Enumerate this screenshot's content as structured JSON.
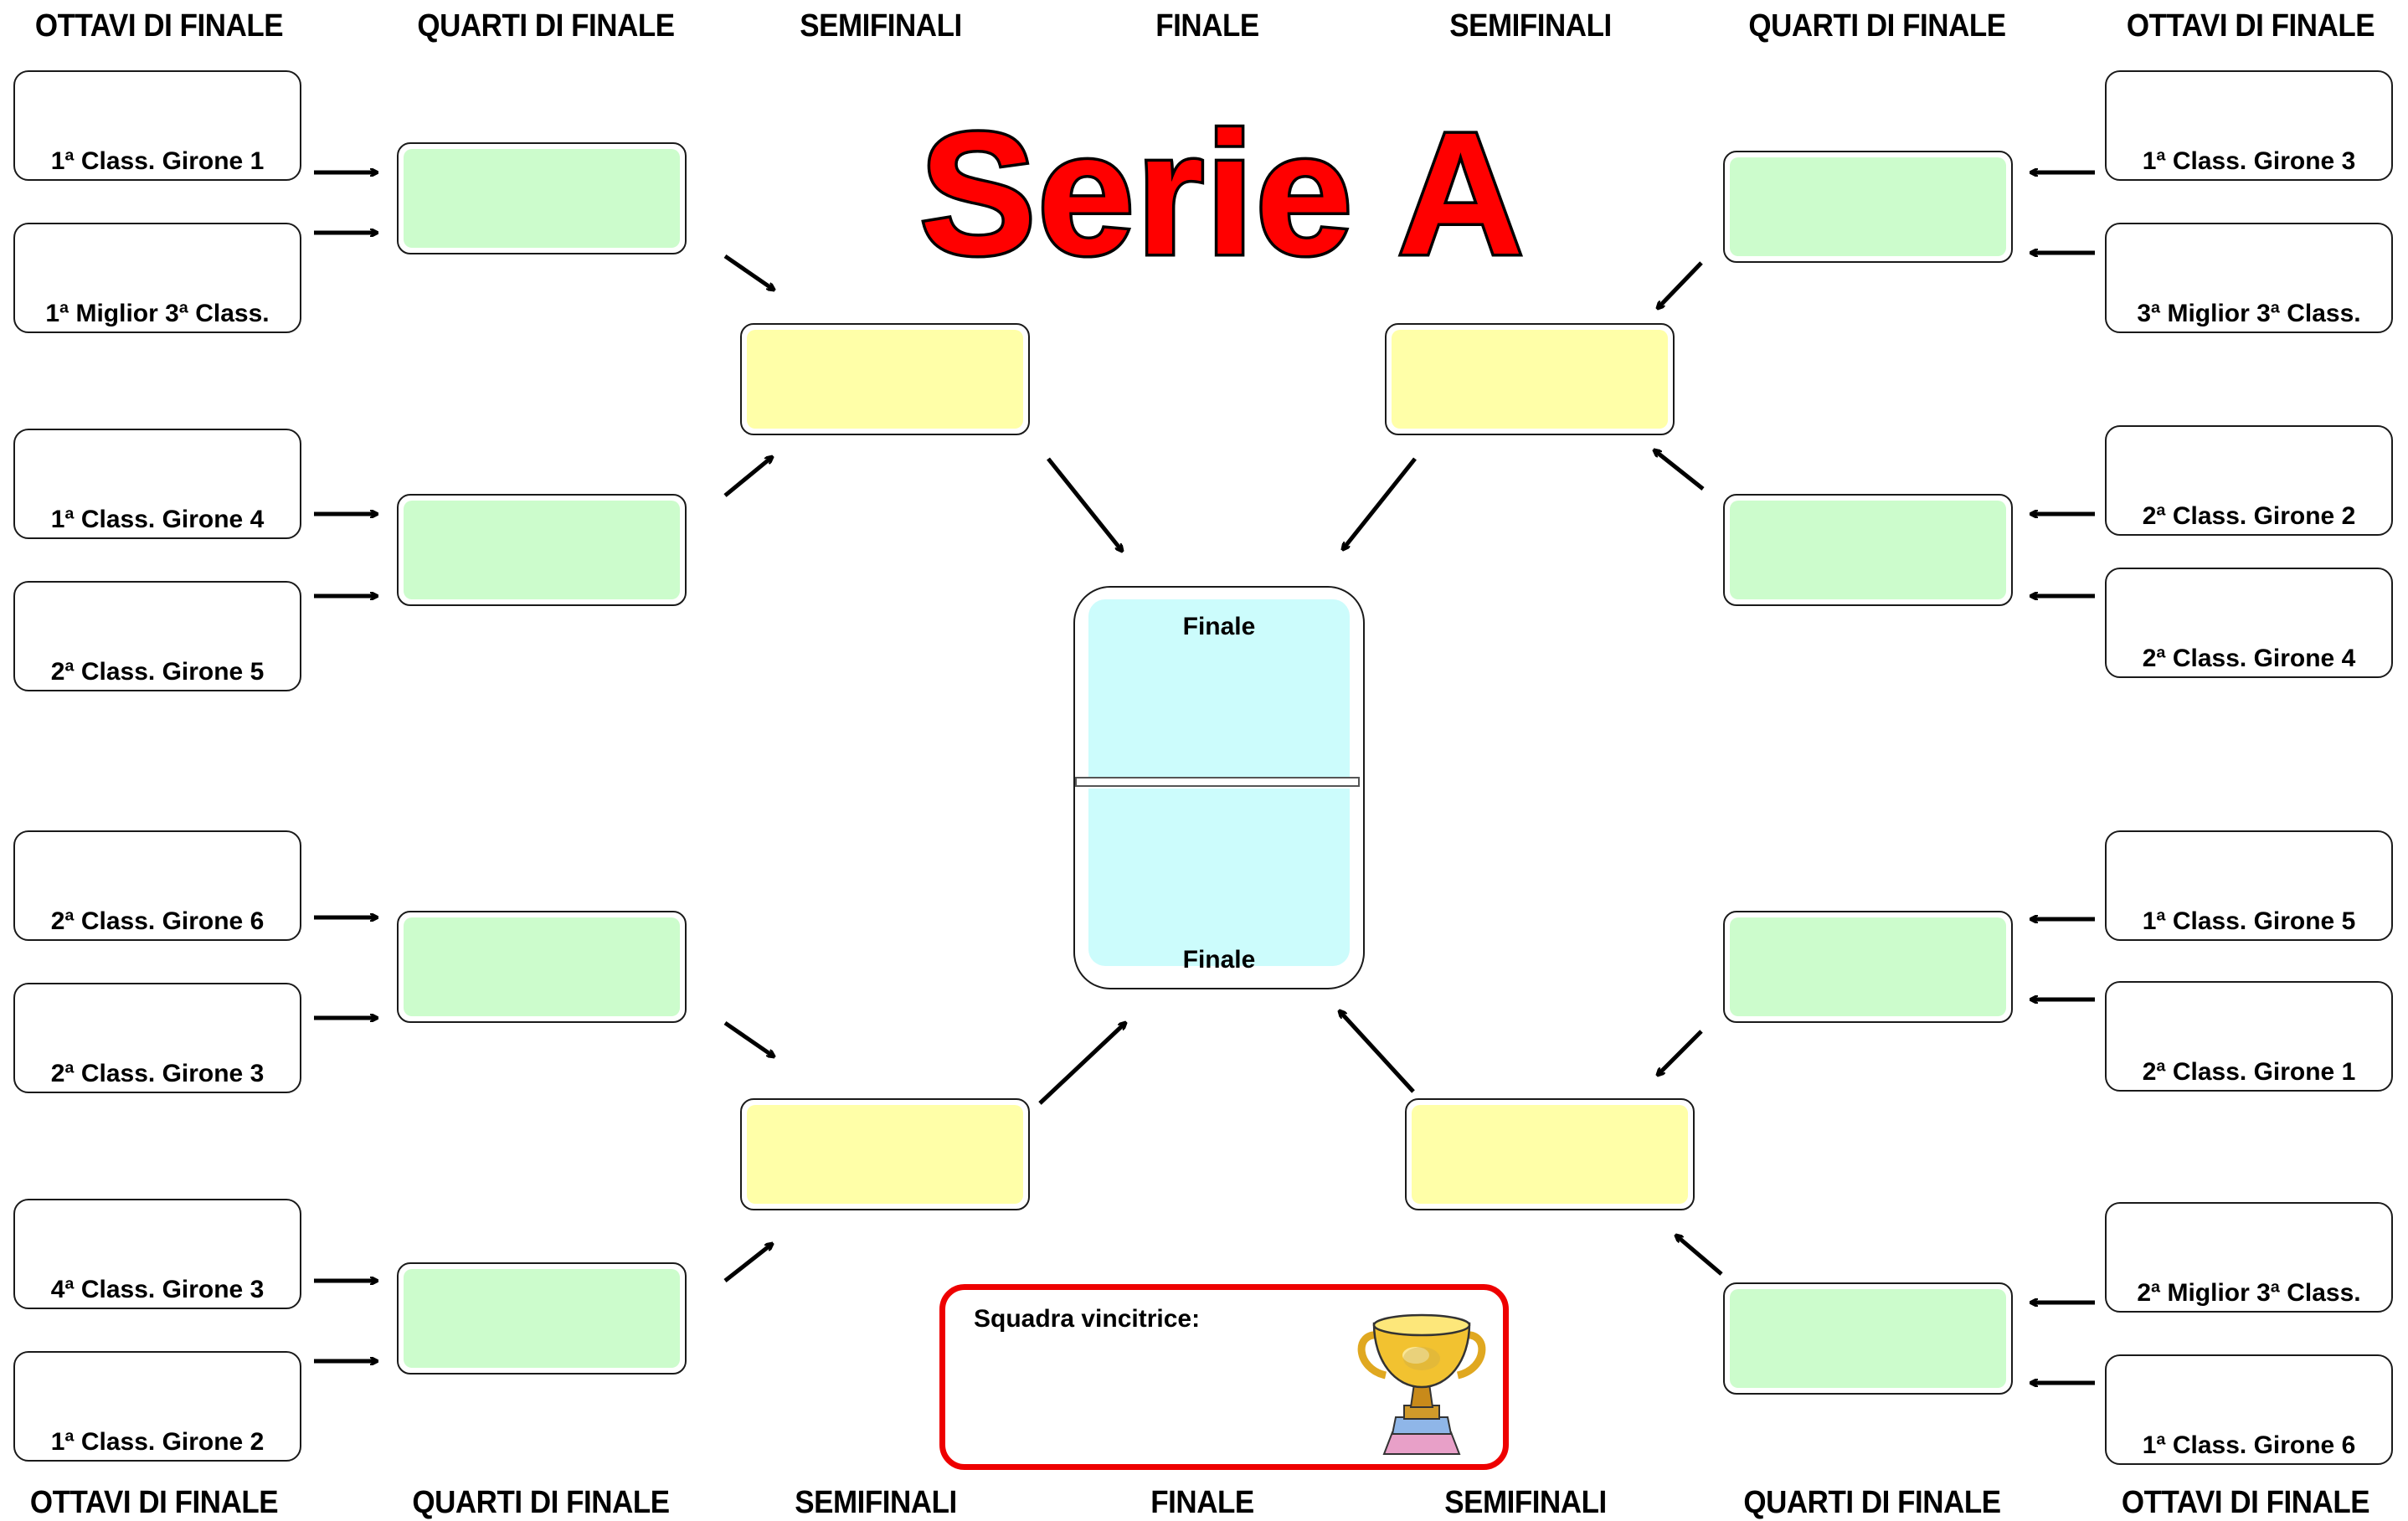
{
  "headers": {
    "ottavi": "OTTAVI DI FINALE",
    "quarti": "QUARTI DI FINALE",
    "semifinali": "SEMIFINALI",
    "finale": "FINALE"
  },
  "title": "Serie A",
  "teams_left": [
    "1ª Class. Girone 1",
    "1ª Miglior 3ª Class.",
    "1ª Class. Girone 4",
    "2ª Class. Girone 5",
    "2ª Class. Girone 6",
    "2ª Class. Girone 3",
    "4ª Class. Girone 3",
    "1ª Class. Girone 2"
  ],
  "teams_right": [
    "1ª Class. Girone 3",
    "3ª Miglior 3ª Class.",
    "2ª Class. Girone 2",
    "2ª Class. Girone 4",
    "1ª Class. Girone 5",
    "2ª Class. Girone 1",
    "2ª Miglior 3ª Class.",
    "1ª Class. Girone 6"
  ],
  "final_labels": [
    "Finale",
    "Finale"
  ],
  "winner": {
    "label": "Squadra vincitrice:"
  },
  "colors": {
    "title_red": "#ff0000",
    "quarter_fill": "#ccfccc",
    "semi_fill": "#ffffa8",
    "final_fill": "#ccfcfc",
    "winner_border": "#ee0000"
  },
  "icons": {
    "trophy": "trophy-icon"
  }
}
